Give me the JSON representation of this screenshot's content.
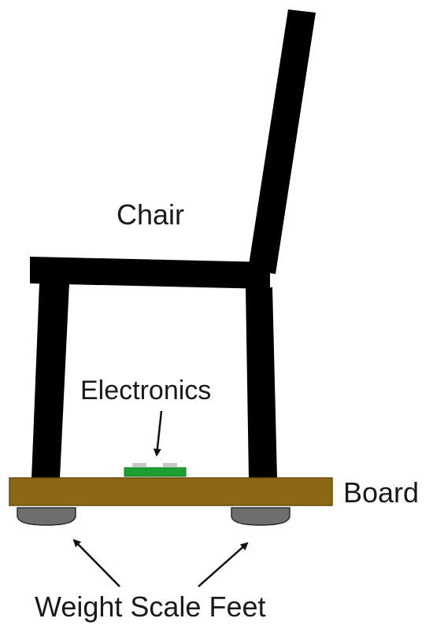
{
  "labels": {
    "chair": "Chair",
    "electronics": "Electronics",
    "board": "Board",
    "feet": "Weight Scale Feet"
  },
  "colors": {
    "chair": "#000000",
    "board": "#8b6914",
    "board_outline": "#6b4f10",
    "pcb": "#1e9e2e",
    "pcb_component": "#c8c8c8",
    "feet": "#6e6e6e",
    "feet_outline": "#2a2a2a",
    "arrow": "#111111",
    "text": "#1a1a1a"
  }
}
